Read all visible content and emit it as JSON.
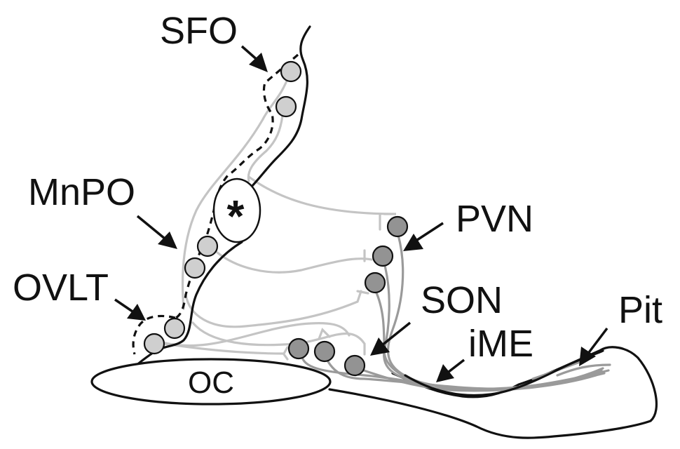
{
  "figure": {
    "type": "anatomical schematic (sagittal hypothalamus)",
    "labels": {
      "sfo": "SFO",
      "mnpo": "MnPO",
      "ovlt": "OVLT",
      "pvn": "PVN",
      "son": "SON",
      "ime": "iME",
      "pit": "Pit",
      "oc": "OC",
      "asterisk": "*"
    },
    "colors": {
      "outline": "#111111",
      "circumventricular_cells": "#cfcfcf",
      "magnocellular_cells": "#939393",
      "afferent_fibers": "#c4c4c4",
      "efferent_fibers": "#9a9a9a",
      "background": "#ffffff"
    },
    "cell_groups": [
      {
        "region": "SFO",
        "count": 2,
        "shade": "light"
      },
      {
        "region": "MnPO",
        "count": 2,
        "shade": "light"
      },
      {
        "region": "OVLT",
        "count": 2,
        "shade": "light"
      },
      {
        "region": "PVN",
        "count": 3,
        "shade": "dark"
      },
      {
        "region": "SON",
        "count": 3,
        "shade": "dark"
      }
    ]
  }
}
